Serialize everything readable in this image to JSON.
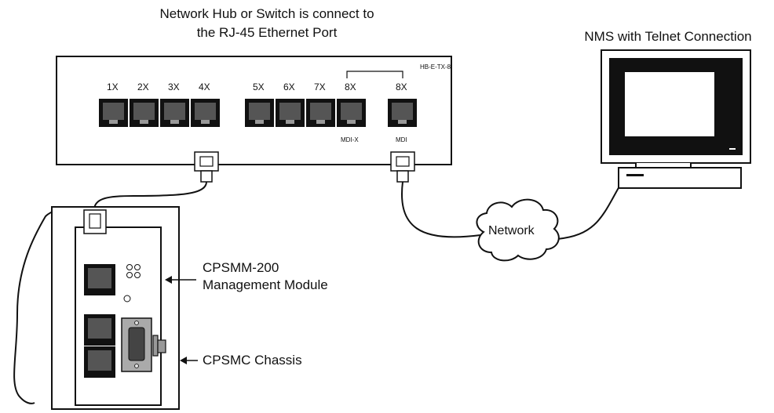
{
  "title": {
    "line1": "Network Hub or Switch is connect to",
    "line2": "the RJ-45 Ethernet Port"
  },
  "nms_label": "NMS with Telnet Connection",
  "hub": {
    "model": "HB-E-TX-8",
    "ports": [
      "1X",
      "2X",
      "3X",
      "4X",
      "5X",
      "6X",
      "7X",
      "8X",
      "8X"
    ],
    "mdi_x_label": "MDI-X",
    "mdi_label": "MDI"
  },
  "cloud_label": "Network",
  "module_label": {
    "line1": "CPSMM-200",
    "line2": "Management Module"
  },
  "chassis_label": "CPSMC Chassis"
}
